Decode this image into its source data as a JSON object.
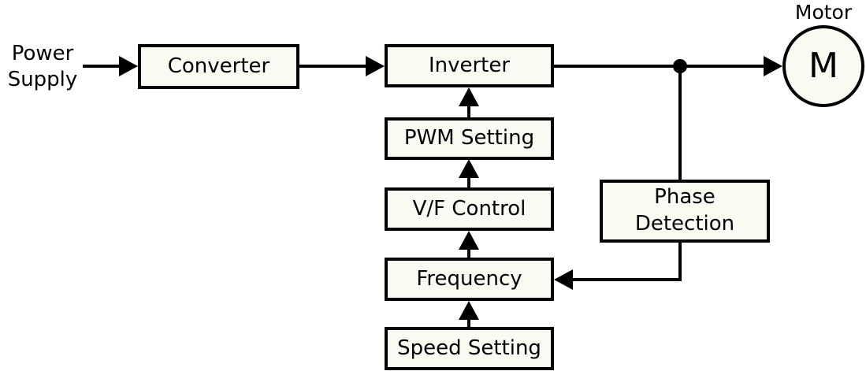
{
  "diagram": {
    "nodes": {
      "power_supply": {
        "label": "Power\nSupply"
      },
      "converter": {
        "label": "Converter"
      },
      "inverter": {
        "label": "Inverter"
      },
      "pwm_setting": {
        "label": "PWM Setting"
      },
      "vf_control": {
        "label": "V/F Control"
      },
      "frequency": {
        "label": "Frequency"
      },
      "speed_setting": {
        "label": "Speed Setting"
      },
      "phase_detection": {
        "label": "Phase\nDetection"
      },
      "motor": {
        "label": "Motor",
        "symbol": "M"
      }
    },
    "edges": [
      {
        "from": "power_supply",
        "to": "converter",
        "style": "arrow"
      },
      {
        "from": "converter",
        "to": "inverter",
        "style": "arrow"
      },
      {
        "from": "inverter",
        "to": "motor",
        "style": "arrow",
        "via": "junction-dot"
      },
      {
        "from": "junction-dot",
        "to": "phase_detection",
        "style": "line"
      },
      {
        "from": "phase_detection",
        "to": "frequency",
        "style": "arrow"
      },
      {
        "from": "speed_setting",
        "to": "frequency",
        "style": "arrow"
      },
      {
        "from": "frequency",
        "to": "vf_control",
        "style": "arrow"
      },
      {
        "from": "vf_control",
        "to": "pwm_setting",
        "style": "arrow"
      },
      {
        "from": "pwm_setting",
        "to": "inverter",
        "style": "arrow"
      }
    ]
  },
  "colors": {
    "box-fill": "#fafaf2",
    "line": "#000000",
    "background": "#ffffff"
  }
}
